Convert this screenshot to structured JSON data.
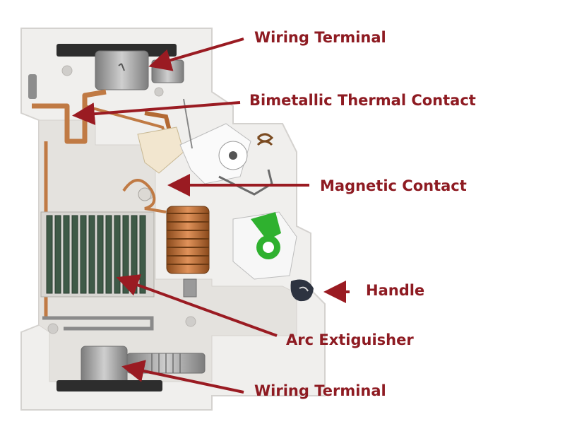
{
  "colors": {
    "label": "#8e1b22",
    "arrow": "#9a1b22",
    "housing": "#f0efed",
    "copper": "#c07a44",
    "green": "#2fb12f",
    "steel": "#9a9a9a",
    "plate": "#3e5a47"
  },
  "labels": {
    "wiring_terminal_top": "Wiring Terminal",
    "bimetallic": "Bimetallic Thermal Contact",
    "magnetic": "Magnetic Contact",
    "handle": "Handle",
    "arc": "Arc Extiguisher",
    "wiring_terminal_bottom": "Wiring Terminal"
  }
}
